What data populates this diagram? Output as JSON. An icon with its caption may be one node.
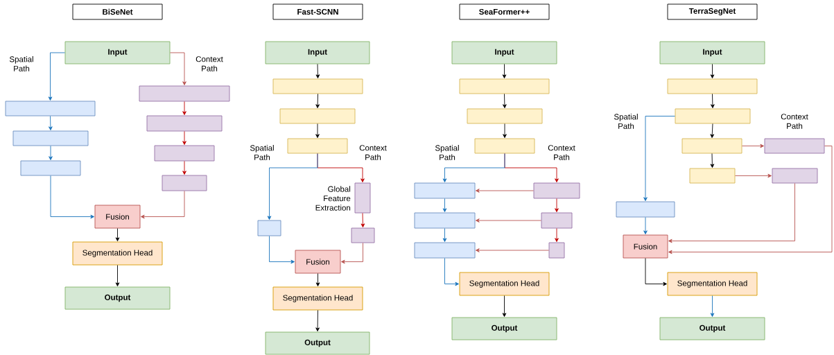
{
  "diagram": {
    "nodes": [
      {
        "text": [
          "BiSeNet"
        ]
      },
      {
        "text": [
          "Input"
        ]
      },
      {
        "text": [],
        "shape": "box"
      },
      {
        "text": [],
        "shape": "box"
      },
      {
        "text": [],
        "shape": "box"
      },
      {
        "text": [],
        "shape": "box"
      },
      {
        "text": [],
        "shape": "box"
      },
      {
        "text": [],
        "shape": "box"
      },
      {
        "text": [],
        "shape": "box"
      },
      {
        "text": [
          "Fusion"
        ]
      },
      {
        "text": [
          "Segmentation Head"
        ]
      },
      {
        "text": [
          "Output"
        ]
      },
      {
        "text": [
          "Fast-SCNN"
        ]
      },
      {
        "text": [
          "Input"
        ]
      },
      {
        "text": [],
        "shape": "box"
      },
      {
        "text": [],
        "shape": "box"
      },
      {
        "text": [],
        "shape": "box"
      },
      {
        "text": [],
        "shape": "box"
      },
      {
        "text": [],
        "shape": "box",
        "beside": [
          "Global Feature Extraction"
        ]
      },
      {
        "text": [],
        "shape": "box"
      },
      {
        "text": [
          "Fusion"
        ]
      },
      {
        "text": [
          "Segmentation Head"
        ]
      },
      {
        "text": [
          "Output"
        ]
      },
      {
        "text": [
          "SeaFormer++"
        ]
      },
      {
        "text": [
          "Input"
        ]
      },
      {
        "text": [],
        "shape": "box"
      },
      {
        "text": [],
        "shape": "box"
      },
      {
        "text": [],
        "shape": "box"
      },
      {
        "text": [],
        "shape": "box"
      },
      {
        "text": [],
        "shape": "box"
      },
      {
        "text": [],
        "shape": "box"
      },
      {
        "text": [],
        "shape": "box"
      },
      {
        "text": [],
        "shape": "box"
      },
      {
        "text": [],
        "shape": "box"
      },
      {
        "text": [
          "Segmentation Head"
        ]
      },
      {
        "text": [
          "Output"
        ]
      },
      {
        "text": [
          "TerraSegNet"
        ]
      },
      {
        "text": [
          "Input"
        ]
      },
      {
        "text": [],
        "shape": "box"
      },
      {
        "text": [],
        "shape": "box"
      },
      {
        "text": [],
        "shape": "box"
      },
      {
        "text": [],
        "shape": "box"
      },
      {
        "text": [],
        "shape": "box"
      },
      {
        "text": [],
        "shape": "box"
      },
      {
        "text": [],
        "shape": "box"
      },
      {
        "text": [
          "Fusion"
        ]
      },
      {
        "text": [
          "Segmentation Head"
        ]
      },
      {
        "text": [
          "Output"
        ]
      }
    ],
    "edges": [
      {
        "from": 1,
        "to": 2,
        "arrow": "to",
        "color": "#1b75bc"
      },
      {
        "from": 2,
        "to": 3,
        "arrow": "to",
        "color": "#1b75bc"
      },
      {
        "from": 3,
        "to": 4,
        "arrow": "to",
        "color": "#1b75bc"
      },
      {
        "from": 4,
        "to": 9,
        "arrow": "to",
        "color": "#1b75bc"
      },
      {
        "from": 1,
        "to": 5,
        "arrow": "to",
        "color": "#b85450"
      },
      {
        "from": 5,
        "to": 6,
        "arrow": "to",
        "color": "#c00000"
      },
      {
        "from": 6,
        "to": 7,
        "arrow": "to",
        "color": "#c00000"
      },
      {
        "from": 7,
        "to": 8,
        "arrow": "to",
        "color": "#c00000"
      },
      {
        "from": 8,
        "to": 9,
        "arrow": "to",
        "color": "#b85450"
      },
      {
        "from": 9,
        "to": 10,
        "arrow": "to"
      },
      {
        "from": 10,
        "to": 11,
        "arrow": "to"
      },
      {
        "from": 13,
        "to": 14,
        "arrow": "to"
      },
      {
        "from": 14,
        "to": 15,
        "arrow": "to"
      },
      {
        "from": 15,
        "to": 16,
        "arrow": "to"
      },
      {
        "from": 16,
        "to": 18,
        "arrow": "to",
        "color": "#c00000"
      },
      {
        "from": 16,
        "to": 17,
        "arrow": "to",
        "color": "#1b75bc"
      },
      {
        "from": 18,
        "to": 19,
        "arrow": "to",
        "color": "#c00000"
      },
      {
        "from": 17,
        "to": 20,
        "arrow": "to",
        "color": "#1b75bc"
      },
      {
        "from": 19,
        "to": 20,
        "arrow": "to",
        "color": "#b85450"
      },
      {
        "from": 20,
        "to": 21,
        "arrow": "to"
      },
      {
        "from": 21,
        "to": 22,
        "arrow": "to"
      },
      {
        "from": 24,
        "to": 25,
        "arrow": "to"
      },
      {
        "from": 25,
        "to": 26,
        "arrow": "to"
      },
      {
        "from": 26,
        "to": 27,
        "arrow": "to"
      },
      {
        "from": 27,
        "to": 31,
        "arrow": "to",
        "color": "#c00000"
      },
      {
        "from": 27,
        "to": 28,
        "arrow": "to",
        "color": "#1b75bc"
      },
      {
        "from": 31,
        "to": 28,
        "arrow": "to",
        "color": "#b85450"
      },
      {
        "from": 31,
        "to": 32,
        "arrow": "to",
        "color": "#c00000"
      },
      {
        "from": 32,
        "to": 29,
        "arrow": "to",
        "color": "#b85450"
      },
      {
        "from": 32,
        "to": 33,
        "arrow": "to",
        "color": "#c00000"
      },
      {
        "from": 33,
        "to": 30,
        "arrow": "to",
        "color": "#b85450"
      },
      {
        "from": 28,
        "to": 29,
        "arrow": "to",
        "color": "#1b75bc"
      },
      {
        "from": 29,
        "to": 30,
        "arrow": "to",
        "color": "#1b75bc"
      },
      {
        "from": 30,
        "to": 34,
        "arrow": "to",
        "color": "#1b75bc"
      },
      {
        "from": 34,
        "to": 35,
        "arrow": "to"
      },
      {
        "from": 37,
        "to": 38,
        "arrow": "to"
      },
      {
        "from": 38,
        "to": 39,
        "arrow": "to"
      },
      {
        "from": 39,
        "to": 40,
        "arrow": "to"
      },
      {
        "from": 40,
        "to": 41,
        "arrow": "to"
      },
      {
        "from": 39,
        "to": 44,
        "arrow": "to",
        "color": "#1b75bc"
      },
      {
        "from": 40,
        "to": 42,
        "arrow": "to",
        "color": "#b85450"
      },
      {
        "from": 41,
        "to": 43,
        "arrow": "to",
        "color": "#b85450"
      },
      {
        "from": 44,
        "to": 45,
        "arrow": "to",
        "color": "#1b75bc"
      },
      {
        "from": 43,
        "to": 45,
        "arrow": "to",
        "color": "#b85450"
      },
      {
        "from": 42,
        "to": 45,
        "arrow": "to",
        "color": "#b85450"
      },
      {
        "from": 45,
        "to": 46,
        "arrow": "to"
      },
      {
        "from": 46,
        "to": 47,
        "arrow": "to",
        "color": "#1b75bc"
      }
    ],
    "labels": [
      "Spatial Path",
      "Context Path",
      "Spatial Path",
      "Context Path",
      "Spatial Path",
      "Context Path",
      "Spatial Path",
      "Context Path"
    ]
  }
}
